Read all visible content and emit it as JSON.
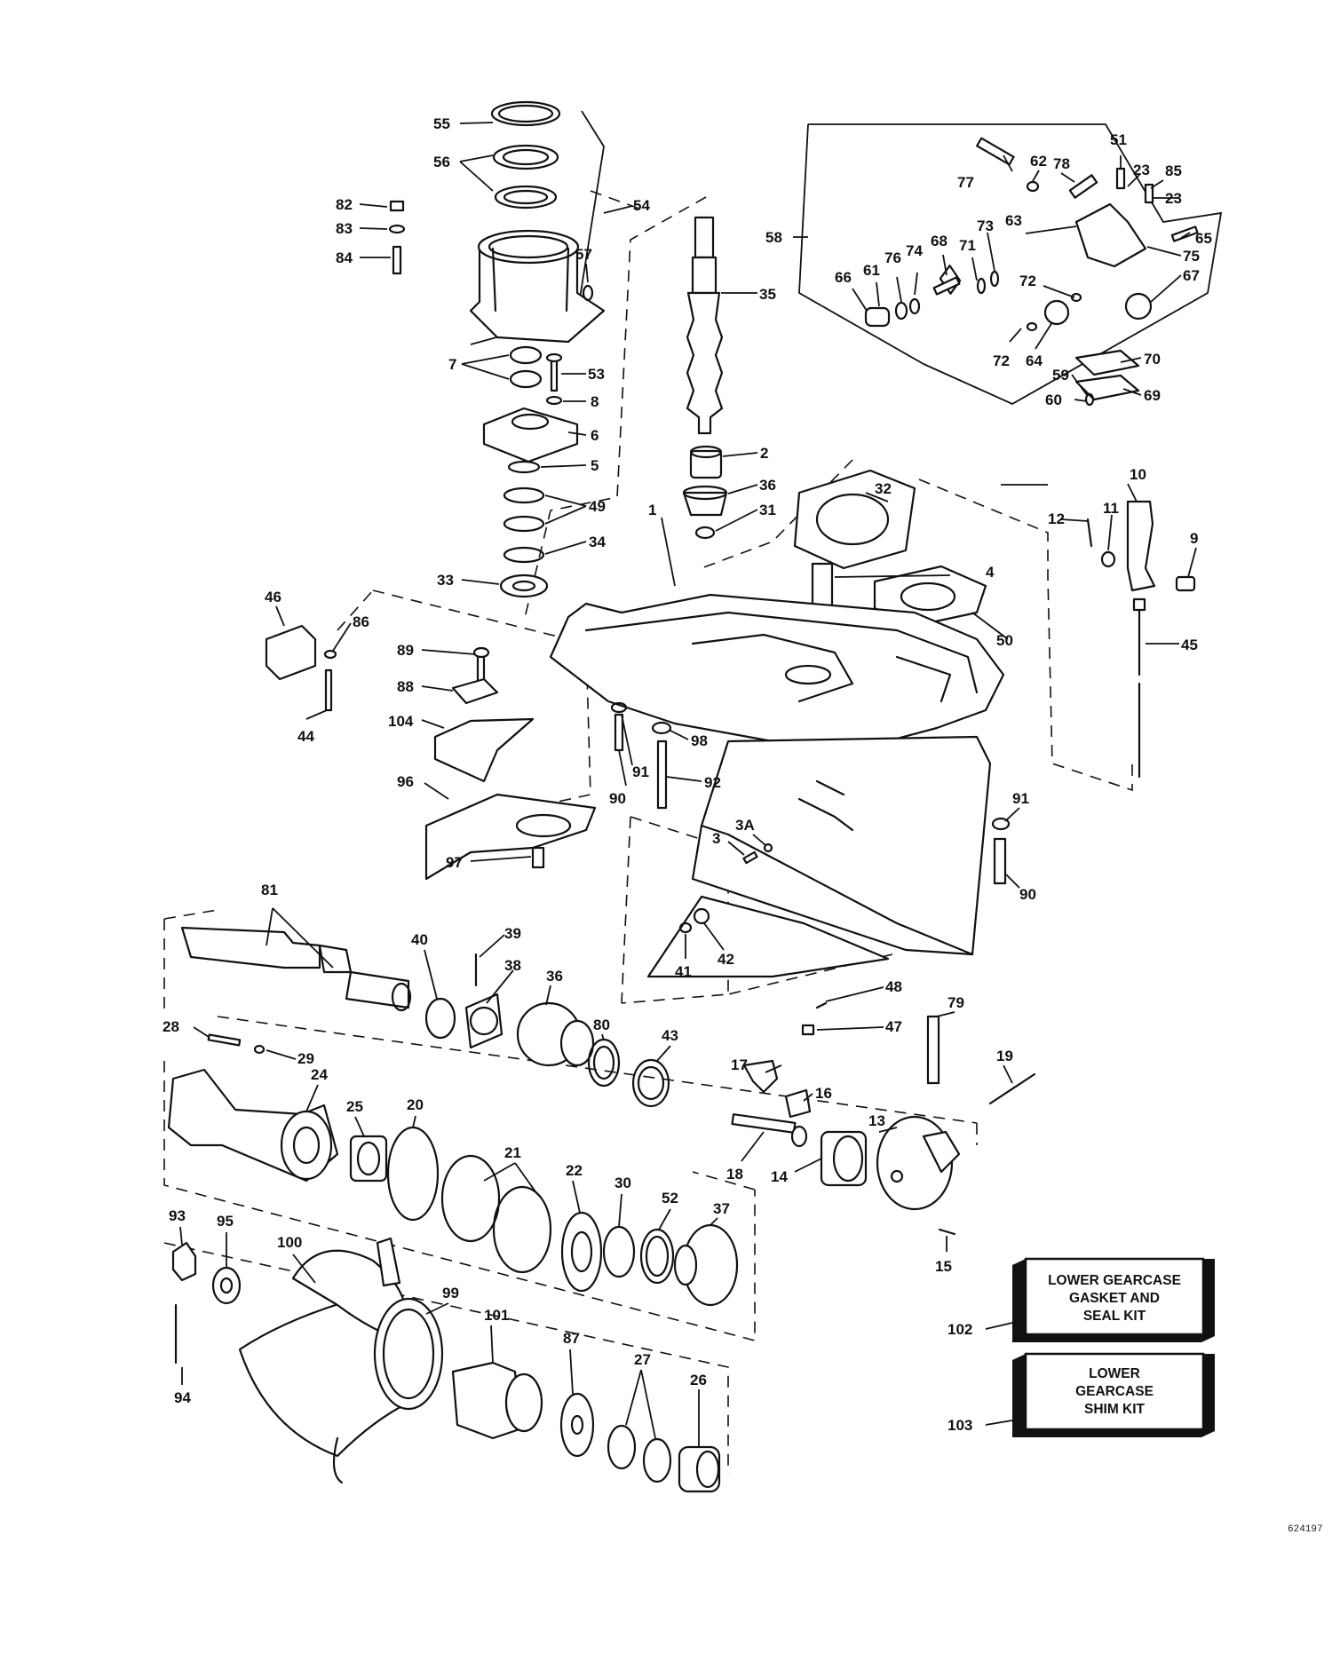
{
  "callouts": [
    {
      "id": "55",
      "label": "55"
    },
    {
      "id": "56",
      "label": "56"
    },
    {
      "id": "54",
      "label": "54"
    },
    {
      "id": "82",
      "label": "82"
    },
    {
      "id": "83",
      "label": "83"
    },
    {
      "id": "84",
      "label": "84"
    },
    {
      "id": "57",
      "label": "57"
    },
    {
      "id": "7",
      "label": "7"
    },
    {
      "id": "53",
      "label": "53"
    },
    {
      "id": "8",
      "label": "8"
    },
    {
      "id": "6",
      "label": "6"
    },
    {
      "id": "5",
      "label": "5"
    },
    {
      "id": "49",
      "label": "49"
    },
    {
      "id": "34",
      "label": "34"
    },
    {
      "id": "33",
      "label": "33"
    },
    {
      "id": "35",
      "label": "35"
    },
    {
      "id": "2",
      "label": "2"
    },
    {
      "id": "36a",
      "label": "36"
    },
    {
      "id": "31",
      "label": "31"
    },
    {
      "id": "58",
      "label": "58"
    },
    {
      "id": "77",
      "label": "77"
    },
    {
      "id": "62",
      "label": "62"
    },
    {
      "id": "78",
      "label": "78"
    },
    {
      "id": "51",
      "label": "51"
    },
    {
      "id": "23a",
      "label": "23"
    },
    {
      "id": "85",
      "label": "85"
    },
    {
      "id": "23b",
      "label": "23"
    },
    {
      "id": "65",
      "label": "65"
    },
    {
      "id": "75",
      "label": "75"
    },
    {
      "id": "67",
      "label": "67"
    },
    {
      "id": "73",
      "label": "73"
    },
    {
      "id": "63",
      "label": "63"
    },
    {
      "id": "68",
      "label": "68"
    },
    {
      "id": "71",
      "label": "71"
    },
    {
      "id": "74",
      "label": "74"
    },
    {
      "id": "76",
      "label": "76"
    },
    {
      "id": "61",
      "label": "61"
    },
    {
      "id": "66",
      "label": "66"
    },
    {
      "id": "72a",
      "label": "72"
    },
    {
      "id": "72b",
      "label": "72"
    },
    {
      "id": "64",
      "label": "64"
    },
    {
      "id": "70",
      "label": "70"
    },
    {
      "id": "59",
      "label": "59"
    },
    {
      "id": "60",
      "label": "60"
    },
    {
      "id": "69",
      "label": "69"
    },
    {
      "id": "32",
      "label": "32"
    },
    {
      "id": "1",
      "label": "1"
    },
    {
      "id": "4",
      "label": "4"
    },
    {
      "id": "10",
      "label": "10"
    },
    {
      "id": "12",
      "label": "12"
    },
    {
      "id": "11",
      "label": "11"
    },
    {
      "id": "9",
      "label": "9"
    },
    {
      "id": "50",
      "label": "50"
    },
    {
      "id": "45",
      "label": "45"
    },
    {
      "id": "46",
      "label": "46"
    },
    {
      "id": "86",
      "label": "86"
    },
    {
      "id": "44",
      "label": "44"
    },
    {
      "id": "89",
      "label": "89"
    },
    {
      "id": "88",
      "label": "88"
    },
    {
      "id": "104",
      "label": "104"
    },
    {
      "id": "98",
      "label": "98"
    },
    {
      "id": "91a",
      "label": "91"
    },
    {
      "id": "90a",
      "label": "90"
    },
    {
      "id": "92",
      "label": "92"
    },
    {
      "id": "96",
      "label": "96"
    },
    {
      "id": "97",
      "label": "97"
    },
    {
      "id": "3a",
      "label": "3A"
    },
    {
      "id": "3",
      "label": "3"
    },
    {
      "id": "91b",
      "label": "91"
    },
    {
      "id": "90b",
      "label": "90"
    },
    {
      "id": "41",
      "label": "41"
    },
    {
      "id": "42",
      "label": "42"
    },
    {
      "id": "81",
      "label": "81"
    },
    {
      "id": "40",
      "label": "40"
    },
    {
      "id": "39",
      "label": "39"
    },
    {
      "id": "38",
      "label": "38"
    },
    {
      "id": "36b",
      "label": "36"
    },
    {
      "id": "48",
      "label": "48"
    },
    {
      "id": "47",
      "label": "47"
    },
    {
      "id": "80",
      "label": "80"
    },
    {
      "id": "43",
      "label": "43"
    },
    {
      "id": "79",
      "label": "79"
    },
    {
      "id": "19",
      "label": "19"
    },
    {
      "id": "28",
      "label": "28"
    },
    {
      "id": "29",
      "label": "29"
    },
    {
      "id": "24",
      "label": "24"
    },
    {
      "id": "25",
      "label": "25"
    },
    {
      "id": "20",
      "label": "20"
    },
    {
      "id": "21",
      "label": "21"
    },
    {
      "id": "22",
      "label": "22"
    },
    {
      "id": "17",
      "label": "17"
    },
    {
      "id": "16",
      "label": "16"
    },
    {
      "id": "18",
      "label": "18"
    },
    {
      "id": "14",
      "label": "14"
    },
    {
      "id": "13",
      "label": "13"
    },
    {
      "id": "30",
      "label": "30"
    },
    {
      "id": "52",
      "label": "52"
    },
    {
      "id": "37",
      "label": "37"
    },
    {
      "id": "15",
      "label": "15"
    },
    {
      "id": "93",
      "label": "93"
    },
    {
      "id": "95",
      "label": "95"
    },
    {
      "id": "100",
      "label": "100"
    },
    {
      "id": "99",
      "label": "99"
    },
    {
      "id": "101",
      "label": "101"
    },
    {
      "id": "87",
      "label": "87"
    },
    {
      "id": "27",
      "label": "27"
    },
    {
      "id": "26",
      "label": "26"
    },
    {
      "id": "94",
      "label": "94"
    },
    {
      "id": "102",
      "label": "102"
    },
    {
      "id": "103",
      "label": "103"
    }
  ],
  "kits": {
    "gasket_seal": {
      "lines": [
        "LOWER GEARCASE",
        "GASKET AND",
        "SEAL KIT"
      ]
    },
    "shim": {
      "lines": [
        "LOWER",
        "GEARCASE",
        "SHIM KIT"
      ]
    }
  },
  "drawing_number": "624197"
}
